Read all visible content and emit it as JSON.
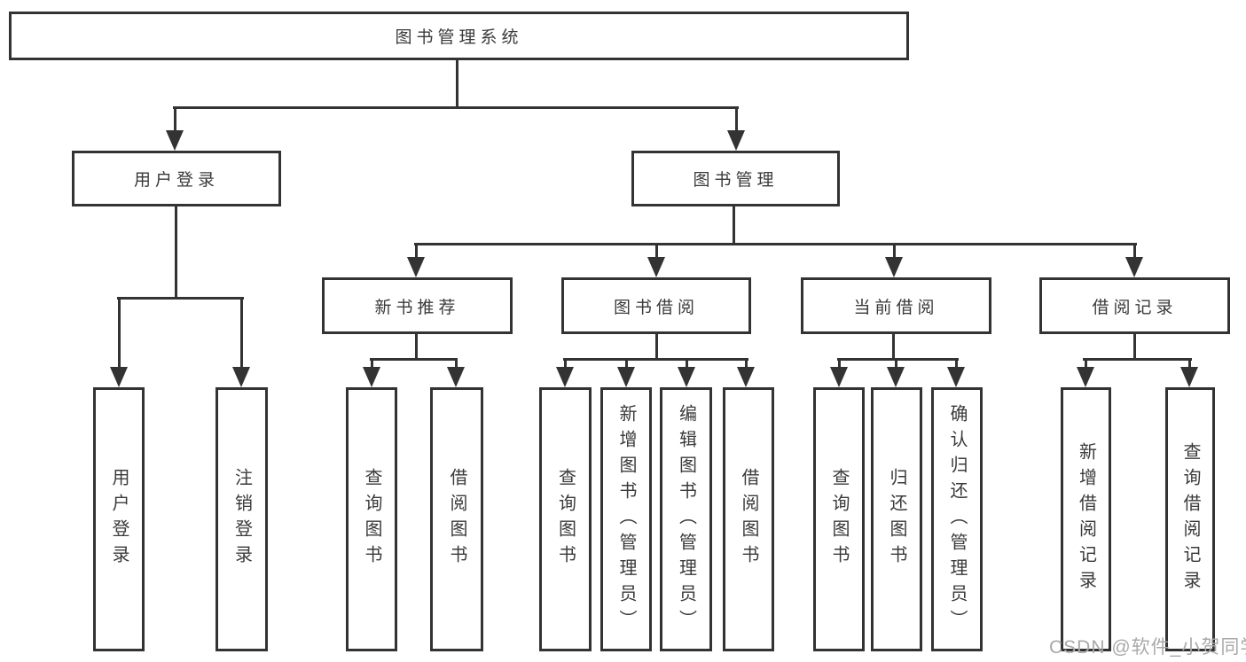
{
  "diagram": {
    "type": "hierarchy-tree",
    "colors": {
      "line": "#333333",
      "text": "#3a3a3a",
      "background": "#ffffff",
      "watermark": "#a9a9a9"
    }
  },
  "tree": {
    "label": "图书管理系统",
    "children": [
      {
        "label": "用户登录",
        "children": [
          {
            "label": "用户登录"
          },
          {
            "label": "注销登录"
          }
        ]
      },
      {
        "label": "图书管理",
        "children": [
          {
            "label": "新书推荐",
            "children": [
              {
                "label": "查询图书"
              },
              {
                "label": "借阅图书"
              }
            ]
          },
          {
            "label": "图书借阅",
            "children": [
              {
                "label": "查询图书"
              },
              {
                "label": "新增图书（管理员）"
              },
              {
                "label": "编辑图书（管理员）"
              },
              {
                "label": "借阅图书"
              }
            ]
          },
          {
            "label": "当前借阅",
            "children": [
              {
                "label": "查询图书"
              },
              {
                "label": "归还图书"
              },
              {
                "label": "确认归还（管理员）"
              }
            ]
          },
          {
            "label": "借阅记录",
            "children": [
              {
                "label": "新增借阅记录"
              },
              {
                "label": "查询借阅记录"
              }
            ]
          }
        ]
      }
    ]
  },
  "watermark": {
    "text": "CSDN @软件_小贺同学"
  }
}
